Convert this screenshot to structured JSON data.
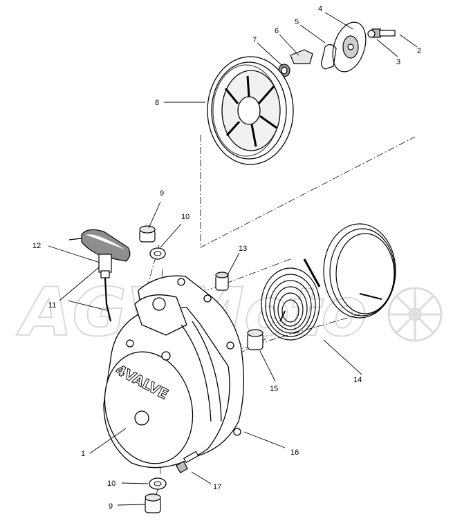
{
  "diagram": {
    "watermark_text": "AGVMoto",
    "cover_text": "4VALVE",
    "callouts": [
      {
        "id": "c1",
        "text": "1"
      },
      {
        "id": "c2",
        "text": "2"
      },
      {
        "id": "c3",
        "text": "3"
      },
      {
        "id": "c4",
        "text": "4"
      },
      {
        "id": "c5",
        "text": "5"
      },
      {
        "id": "c6",
        "text": "6"
      },
      {
        "id": "c7",
        "text": "7"
      },
      {
        "id": "c8",
        "text": "8"
      },
      {
        "id": "c9a",
        "text": "9"
      },
      {
        "id": "c10a",
        "text": "10"
      },
      {
        "id": "c11",
        "text": "11"
      },
      {
        "id": "c12",
        "text": "12"
      },
      {
        "id": "c13",
        "text": "13"
      },
      {
        "id": "c14",
        "text": "14"
      },
      {
        "id": "c15",
        "text": "15"
      },
      {
        "id": "c16",
        "text": "16"
      },
      {
        "id": "c17",
        "text": "17"
      },
      {
        "id": "c10b",
        "text": "10"
      },
      {
        "id": "c9b",
        "text": "9"
      }
    ]
  }
}
